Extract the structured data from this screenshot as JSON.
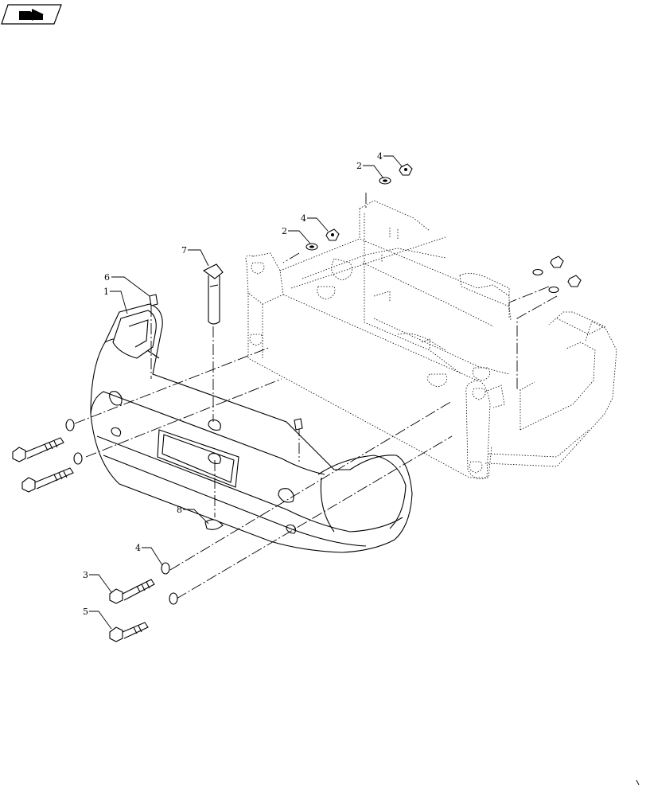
{
  "nav_icon": "return-arrow-icon",
  "callouts": [
    {
      "id": "c4-top",
      "label": "4"
    },
    {
      "id": "c2-top",
      "label": "2"
    },
    {
      "id": "c4-mid",
      "label": "4"
    },
    {
      "id": "c2-mid",
      "label": "2"
    },
    {
      "id": "c7",
      "label": "7"
    },
    {
      "id": "c6",
      "label": "6"
    },
    {
      "id": "c1",
      "label": "1"
    },
    {
      "id": "c8",
      "label": "8"
    },
    {
      "id": "c4-low",
      "label": "4"
    },
    {
      "id": "c3",
      "label": "3"
    },
    {
      "id": "c5",
      "label": "5"
    }
  ]
}
